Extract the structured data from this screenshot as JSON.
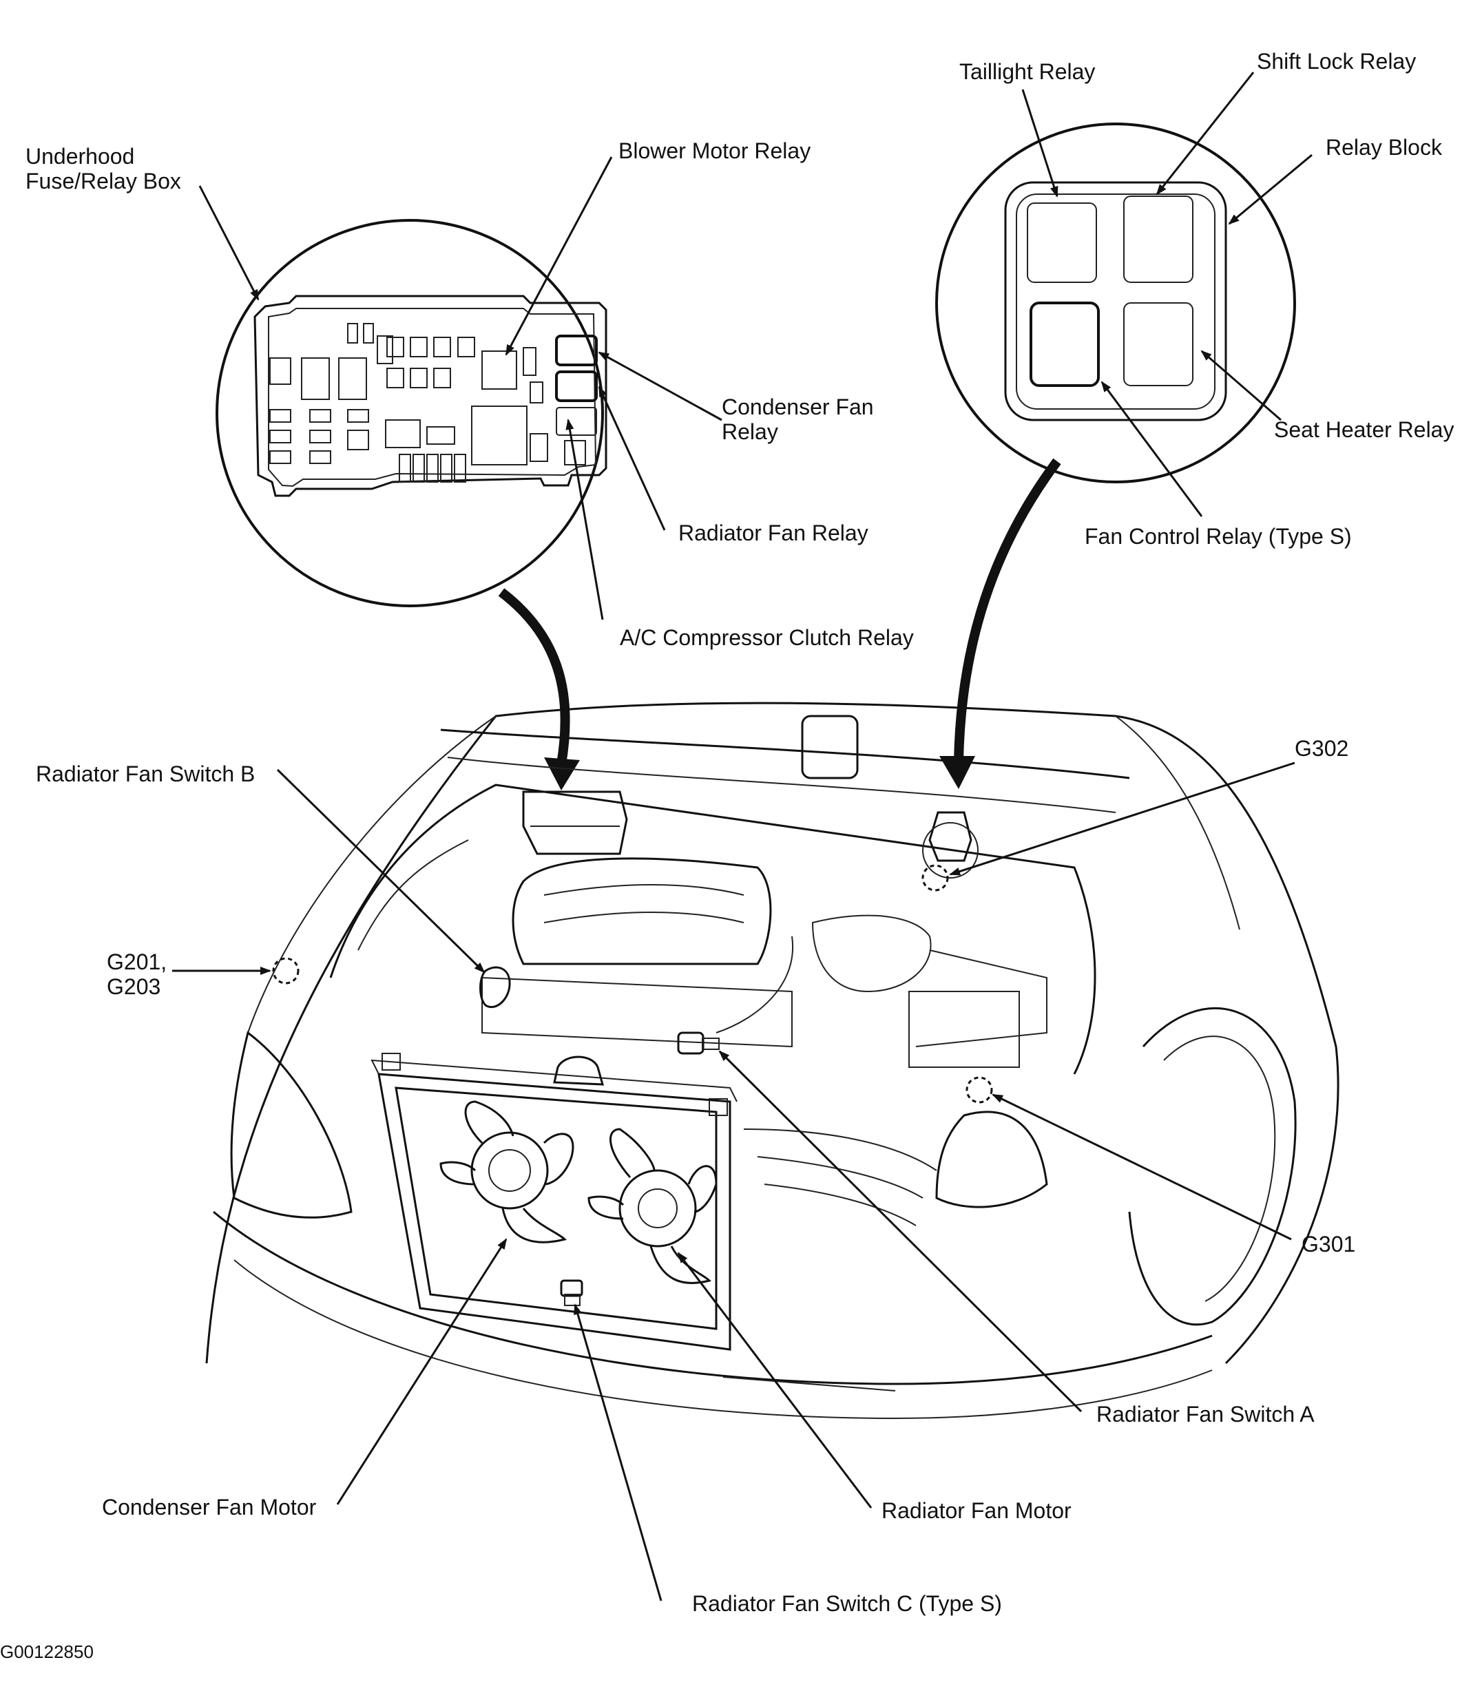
{
  "labels": {
    "underhood_line1": "Underhood",
    "underhood_line2": "Fuse/Relay Box",
    "blower_motor_relay": "Blower Motor Relay",
    "condenser_fan_relay_line1": "Condenser Fan",
    "condenser_fan_relay_line2": "Relay",
    "radiator_fan_relay": "Radiator Fan Relay",
    "ac_compressor_clutch_relay": "A/C Compressor Clutch Relay",
    "taillight_relay": "Taillight Relay",
    "shift_lock_relay": "Shift Lock Relay",
    "relay_block": "Relay Block",
    "seat_heater_relay": "Seat Heater Relay",
    "fan_control_relay": "Fan Control Relay (Type S)",
    "g302": "G302",
    "radiator_fan_switch_b": "Radiator Fan Switch B",
    "g201_line1": "G201,",
    "g201_line2": "G203",
    "g301": "G301",
    "radiator_fan_switch_a": "Radiator Fan Switch A",
    "condenser_fan_motor": "Condenser Fan Motor",
    "radiator_fan_motor": "Radiator Fan Motor",
    "radiator_fan_switch_c": "Radiator Fan Switch C (Type S)",
    "figure_id": "G00122850"
  },
  "colors": {
    "ink": "#111111",
    "background": "#ffffff"
  }
}
